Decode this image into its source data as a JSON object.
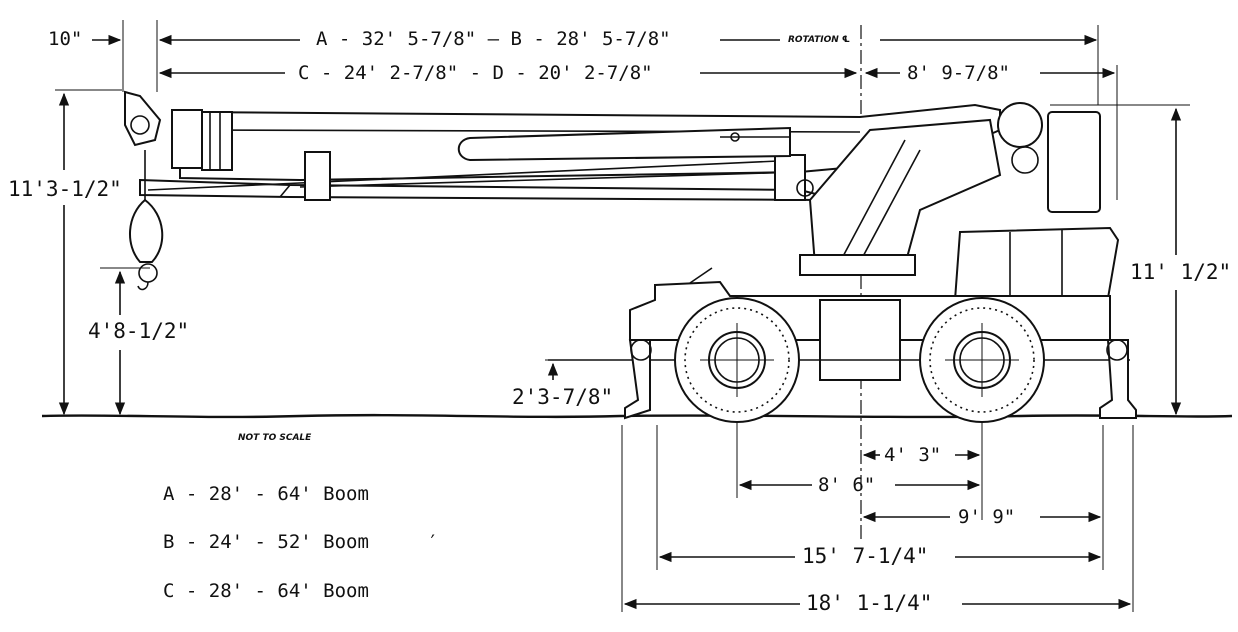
{
  "dimensions": {
    "ab": "A - 32' 5-7/8\" — B - 28' 5-7/8\"",
    "cd": "C - 24' 2-7/8\" - D - 20' 2-7/8\"",
    "ten": "10\"",
    "rotation": "ROTATION ℄",
    "eight_nine": "8' 9-7/8\"",
    "eleven_three": "11'3-1/2\"",
    "four_eight": "4'8-1/2\"",
    "two_three": "2'3-7/8\"",
    "eleven_half": "11' 1/2\"",
    "four_three": "4' 3\"",
    "eight_six": "8' 6\"",
    "nine_nine": "9' 9\"",
    "fifteen": "15' 7-1/4\"",
    "eighteen": "18' 1-1/4\""
  },
  "note": "NOT TO SCALE",
  "legend": [
    "A - 28' - 64' Boom",
    "B - 24' - 52' Boom",
    "C - 28' - 64' Boom"
  ],
  "stray_mark": "′"
}
